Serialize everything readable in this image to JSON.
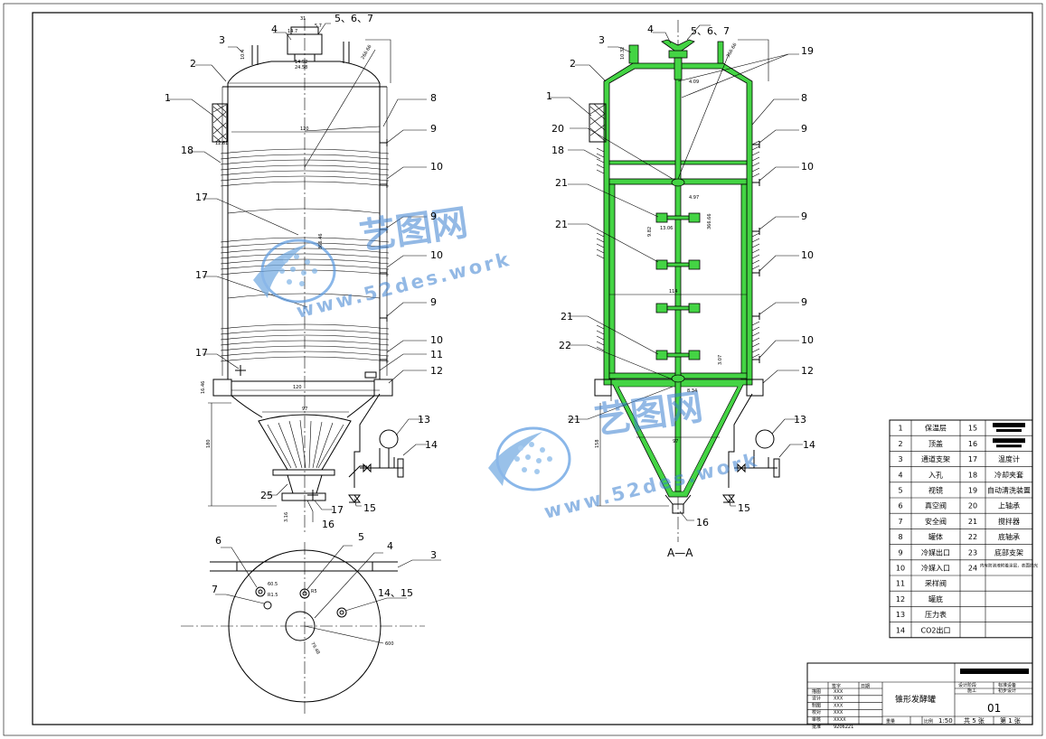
{
  "drawing": {
    "title": "锥形发酵罐",
    "drawing_no": "01",
    "scale_label": "比例",
    "scale": "1:50",
    "sheet_total_label": "共 5 张",
    "sheet_no_label": "第 1 张",
    "section_label": "A—A",
    "design_stage": "设计阶段",
    "spec": "标准设备",
    "stage_code": "施工",
    "stage_design": "初步设计"
  },
  "parts_table": {
    "rows": [
      {
        "no": "1",
        "name": "保温层",
        "no2": "15",
        "name2": ""
      },
      {
        "no": "2",
        "name": "顶盖",
        "no2": "16",
        "name2": ""
      },
      {
        "no": "3",
        "name": "通道支架",
        "no2": "17",
        "name2": "温度计"
      },
      {
        "no": "4",
        "name": "入孔",
        "no2": "18",
        "name2": "冷却夹套"
      },
      {
        "no": "5",
        "name": "视镜",
        "no2": "19",
        "name2": "自动清洗装置"
      },
      {
        "no": "6",
        "name": "真空阀",
        "no2": "20",
        "name2": "上轴承"
      },
      {
        "no": "7",
        "name": "安全阀",
        "no2": "21",
        "name2": "搅拌器"
      },
      {
        "no": "8",
        "name": "罐体",
        "no2": "22",
        "name2": "底轴承"
      },
      {
        "no": "9",
        "name": "冷媒出口",
        "no2": "23",
        "name2": "底部支架"
      },
      {
        "no": "10",
        "name": "冷媒入口",
        "no2": "24",
        "name2": "内有防溶液附着涂层，表面抛光"
      },
      {
        "no": "11",
        "name": "采样阀",
        "no2": "",
        "name2": ""
      },
      {
        "no": "12",
        "name": "罐底",
        "no2": "",
        "name2": ""
      },
      {
        "no": "13",
        "name": "压力表",
        "no2": "",
        "name2": ""
      },
      {
        "no": "14",
        "name": "CO2出口",
        "no2": "",
        "name2": ""
      }
    ]
  },
  "title_block": {
    "roles": [
      "描图",
      "设计",
      "制图",
      "校对",
      "审核",
      "批准"
    ],
    "sign_header": "签字",
    "date_header": "日期",
    "names": [
      "XXX",
      "XXX",
      "XXX",
      "XXX",
      "XXXX",
      "9206221"
    ],
    "unit_label": "重量"
  },
  "callouts_left": [
    "3",
    "4",
    "5、6、7",
    "2",
    "1",
    "8",
    "9",
    "18",
    "10",
    "17",
    "9",
    "10",
    "17",
    "9",
    "10",
    "17",
    "11",
    "12",
    "13",
    "14",
    "25",
    "17",
    "15",
    "16"
  ],
  "callouts_right": [
    "3",
    "4",
    "5、6、7",
    "19",
    "2",
    "1",
    "8",
    "20",
    "9",
    "18",
    "10",
    "21",
    "9",
    "21",
    "10",
    "9",
    "21",
    "10",
    "22",
    "12",
    "21",
    "13",
    "14",
    "15",
    "16"
  ],
  "callouts_plan": [
    "6",
    "5",
    "4",
    "3",
    "7",
    "14、15"
  ],
  "dimensions": {
    "top_width": "31",
    "nozzle_a": "14.7",
    "nozzle_b": "5.7",
    "nozzle_c": "14.52",
    "nozzle_d": "24.58",
    "left_top": "10.4",
    "slant_a": "266.66",
    "diameter": "120",
    "insul": "12.61",
    "height_main": "366.46",
    "cone_base": "120",
    "skirt": "16.46",
    "cone_h": "180",
    "cone_top": "97",
    "bottom_a": "3.16",
    "dist_a": "4.09",
    "dist_b": "4.97",
    "stir_a": "9.82",
    "stir_b": "13.06",
    "inner_w": "114",
    "depth_r": "3.07",
    "bearing_b": "8.34",
    "cone_w_r": "97",
    "cone_h_r": "158",
    "plan_r": "600",
    "plan_a": "60.5",
    "plan_b": "R1.5",
    "plan_c": "R5",
    "plan_d": "79.48",
    "right_d": "366.66",
    "right_top": "10.32",
    "right_h2": "366.66"
  },
  "watermark": {
    "brand": "艺图网",
    "url": "www.52des.work"
  }
}
